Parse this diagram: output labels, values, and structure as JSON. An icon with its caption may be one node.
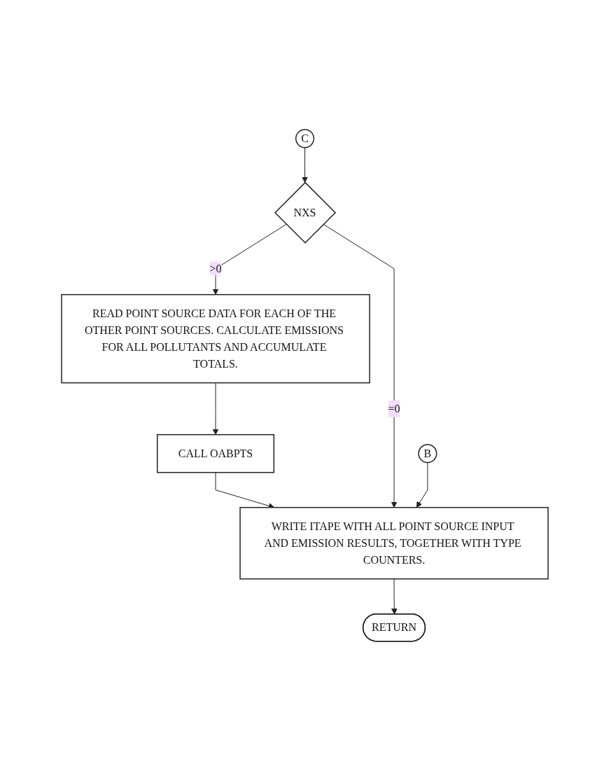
{
  "diagram": {
    "nodes": [
      {
        "text": [
          "C"
        ]
      },
      {
        "text": [
          "NXS"
        ]
      },
      {
        "text": [
          "READ POINT SOURCE DATA FOR EACH OF THE OTHER POINT SOURCES. CALCULATE EMISSIONS FOR ALL POLLUTANTS AND ACCUMULATE TOTALS."
        ]
      },
      {
        "text": [
          "CALL OABPTS"
        ]
      },
      {
        "text": [
          "WRITE ITAPE WITH ALL POINT SOURCE INPUT AND EMISSION RESULTS, TOGETHER WITH TYPE COUNTERS."
        ]
      },
      {
        "text": [
          "B"
        ]
      },
      {
        "text": [
          "RETURN"
        ]
      }
    ],
    "edges": [
      {
        "from": 0,
        "to": 1,
        "arrow": "to"
      },
      {
        "from": 1,
        "to": 2,
        "arrow": "to",
        "label": ">0"
      },
      {
        "from": 2,
        "to": 3,
        "arrow": "to"
      },
      {
        "from": 3,
        "to": 4,
        "arrow": "to"
      },
      {
        "from": 1,
        "to": 4,
        "arrow": "to",
        "label": "=0"
      },
      {
        "from": 5,
        "to": 4,
        "arrow": "to"
      },
      {
        "from": 4,
        "to": 6,
        "arrow": "to"
      }
    ]
  }
}
